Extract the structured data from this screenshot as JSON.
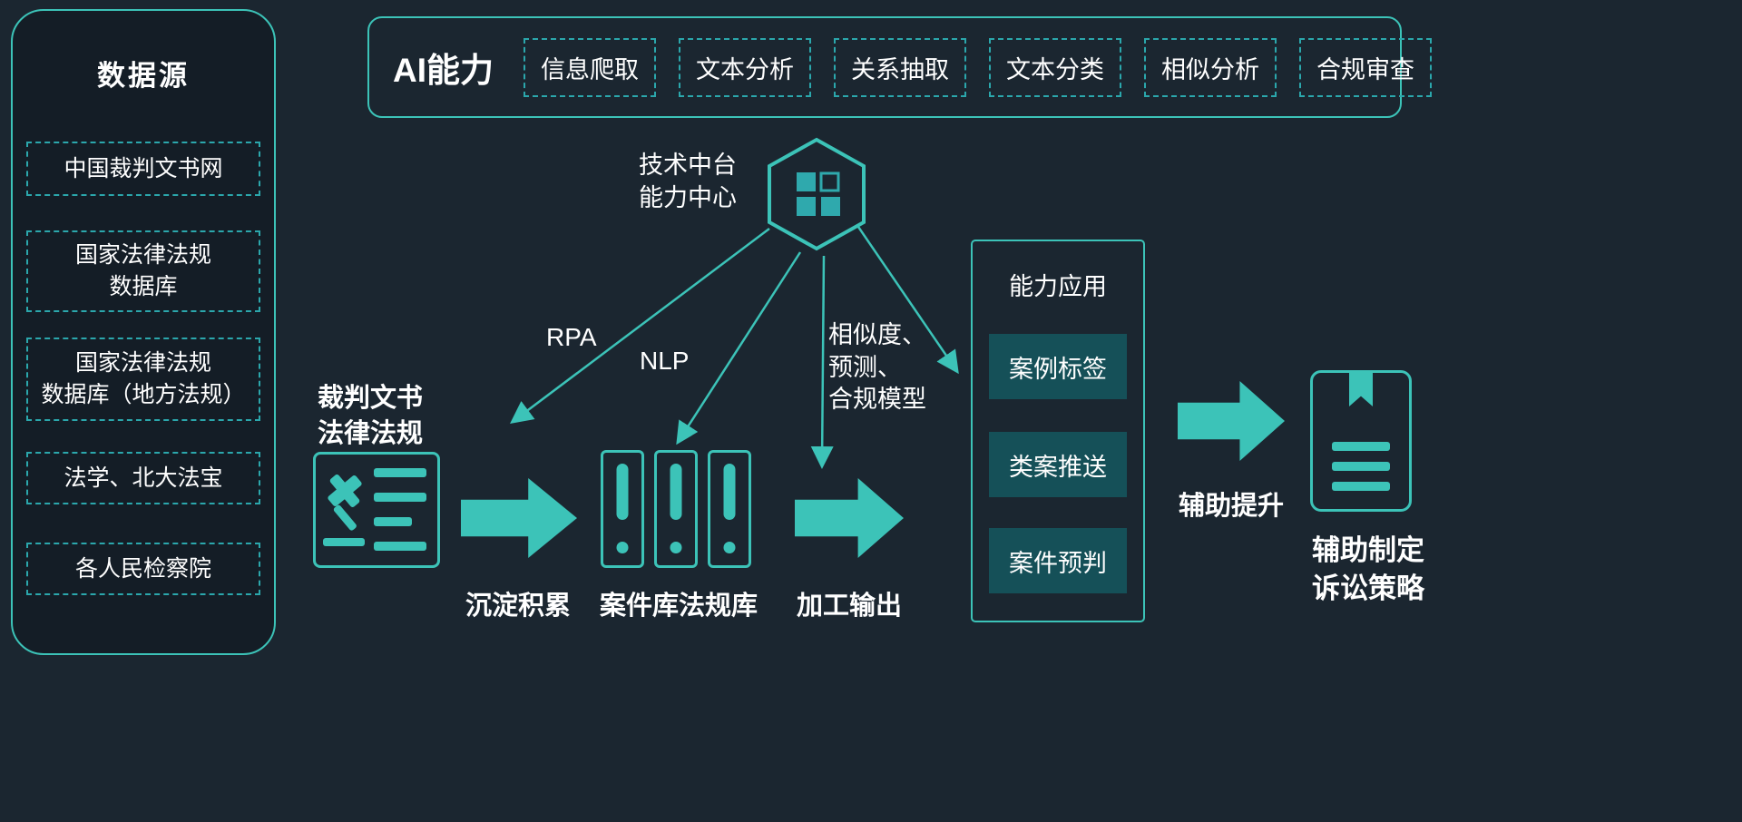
{
  "colors": {
    "background": "#1b2630",
    "panel_background": "#141d26",
    "accent": "#3cc3b8",
    "dashed_border": "#2ba7ac",
    "app_box_fill": "#155058",
    "text": "#ffffff"
  },
  "data_sources": {
    "title": "数据源",
    "items": [
      "中国裁判文书网",
      "国家法律法规\n数据库",
      "国家法律法规\n数据库（地方法规）",
      "法学、北大法宝",
      "各人民检察院"
    ]
  },
  "ai_panel": {
    "title": "AI能力",
    "capabilities": [
      "信息爬取",
      "文本分析",
      "关系抽取",
      "文本分类",
      "相似分析",
      "合规审查"
    ]
  },
  "platform": {
    "label": "技术中台\n能力中心",
    "icon": "hexagon-grid-icon"
  },
  "connectors": {
    "rpa_label": "RPA",
    "nlp_label": "NLP",
    "model_label": "相似度、\n预测、\n合规模型"
  },
  "pipeline": {
    "input_label": "裁判文书\n法律法规",
    "input_icon": "gavel-document-icon",
    "captions": {
      "accumulate": "沉淀积累",
      "repository": "案件库法规库",
      "output": "加工输出",
      "assist": "辅助提升"
    },
    "applications": {
      "title": "能力应用",
      "items": [
        "案例标签",
        "类案推送",
        "案件预判"
      ]
    },
    "result_label": "辅助制定\n诉讼策略",
    "result_icon": "bookmark-document-icon"
  }
}
